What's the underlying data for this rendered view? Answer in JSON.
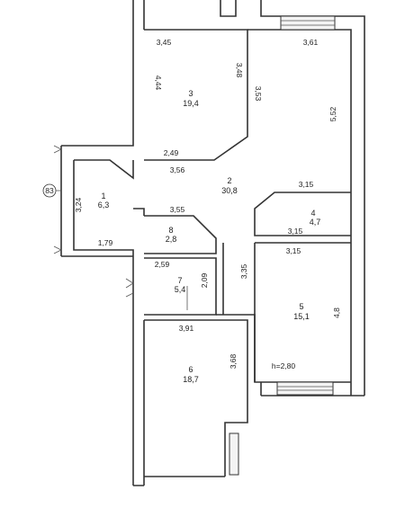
{
  "axis_marker": "83",
  "ceiling_height": "h=2,80",
  "rooms": [
    {
      "id": "room-1",
      "number": "1",
      "area": "6,3"
    },
    {
      "id": "room-2",
      "number": "2",
      "area": "30,8"
    },
    {
      "id": "room-3",
      "number": "3",
      "area": "19,4"
    },
    {
      "id": "room-4",
      "number": "4",
      "area": "4,7"
    },
    {
      "id": "room-5",
      "number": "5",
      "area": "15,1"
    },
    {
      "id": "room-6",
      "number": "6",
      "area": "18,7"
    },
    {
      "id": "room-7",
      "number": "7",
      "area": "5,4"
    },
    {
      "id": "room-8",
      "number": "8",
      "area": "2,8"
    }
  ],
  "dimensions": {
    "r3_top": "3,45",
    "r3_left": "4,44",
    "r3_right_a": "3,48",
    "r3_right_b": "3,53",
    "r3_bottom": "2,49",
    "r3_top_right": "3,61",
    "r3_right_long": "5,52",
    "hall_top": "3,56",
    "r4_top": "3,15",
    "r4_bottom": "3,15",
    "r1_left": "3,24",
    "r1_bottom": "1,79",
    "r8_top": "3,55",
    "r5_top": "3,15",
    "r5_right": "4,8",
    "r7_top": "2,59",
    "r7_right": "2,09",
    "corr_right": "3,35",
    "r6_top": "3,91",
    "r6_right": "3,68"
  }
}
